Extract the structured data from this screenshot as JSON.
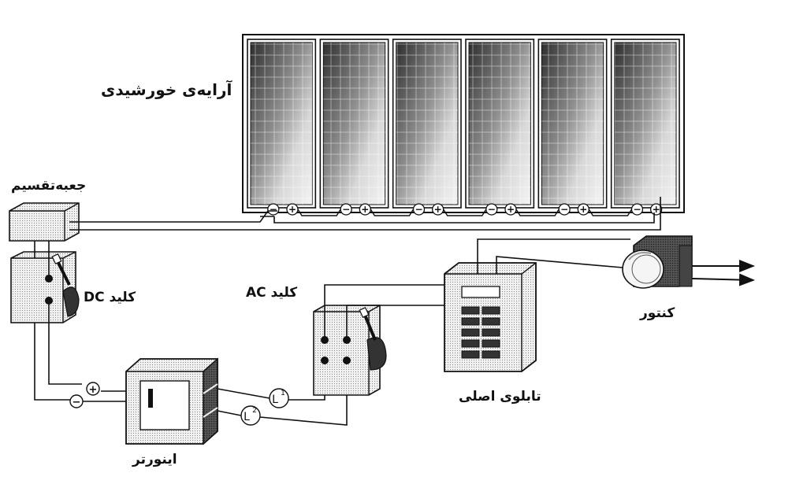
{
  "labels": {
    "solar_array": "آرایه‌ی خورشیدی",
    "junction_box": "جعبه‌تقسیم",
    "dc_switch": "کلید DC",
    "ac_switch": "کلید AC",
    "inverter": "اینورتر",
    "main_panel": "تابلوی اصلی",
    "meter": "کنتور"
  },
  "terminals": {
    "plus": "+",
    "minus": "−",
    "l1_main": "L",
    "l1_sup": "1",
    "l2_main": "L",
    "l2_sup": "2"
  },
  "colors": {
    "ink": "#111111",
    "panel_dark": "#3a3a3a",
    "panel_light": "#e0e0e0"
  },
  "solar_panel_count": 6
}
